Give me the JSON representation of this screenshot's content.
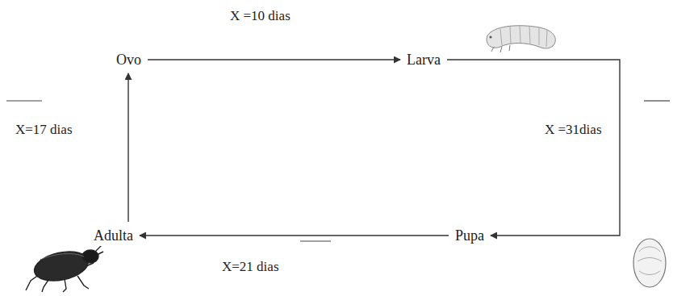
{
  "diagram": {
    "nodes": [
      {
        "text": [
          "Ovo"
        ]
      },
      {
        "text": [
          "Larva"
        ]
      },
      {
        "text": [
          "Pupa"
        ]
      },
      {
        "text": [
          "Adulta"
        ]
      }
    ],
    "edges": [
      {
        "from": 0,
        "to": 1,
        "arrow": "to",
        "label": "X =10 dias"
      },
      {
        "from": 1,
        "to": 2,
        "arrow": "to",
        "label": "X =31dias"
      },
      {
        "from": 2,
        "to": 3,
        "arrow": "to",
        "label": "X=21 dias"
      },
      {
        "from": 3,
        "to": 0,
        "arrow": "to",
        "label": "X=17 dias"
      }
    ]
  }
}
